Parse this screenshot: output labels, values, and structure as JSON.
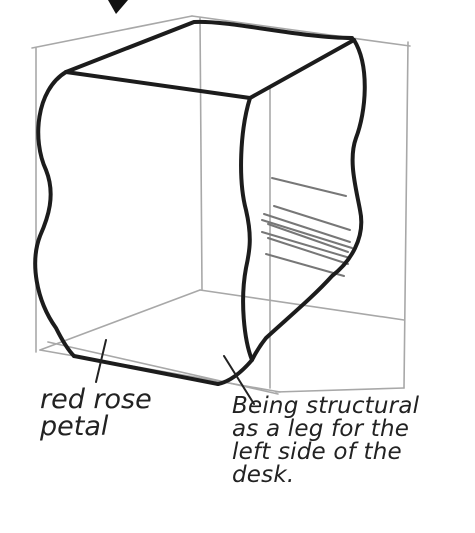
{
  "annotations": {
    "left_note": [
      "red rose",
      "petal"
    ],
    "right_note": [
      "Being structural",
      "as a leg for the",
      "left side of the",
      "desk."
    ]
  },
  "colors": {
    "ink": "#222222",
    "construction": "#a8a8a8",
    "shading": "#777777",
    "paper": "#ffffff"
  }
}
